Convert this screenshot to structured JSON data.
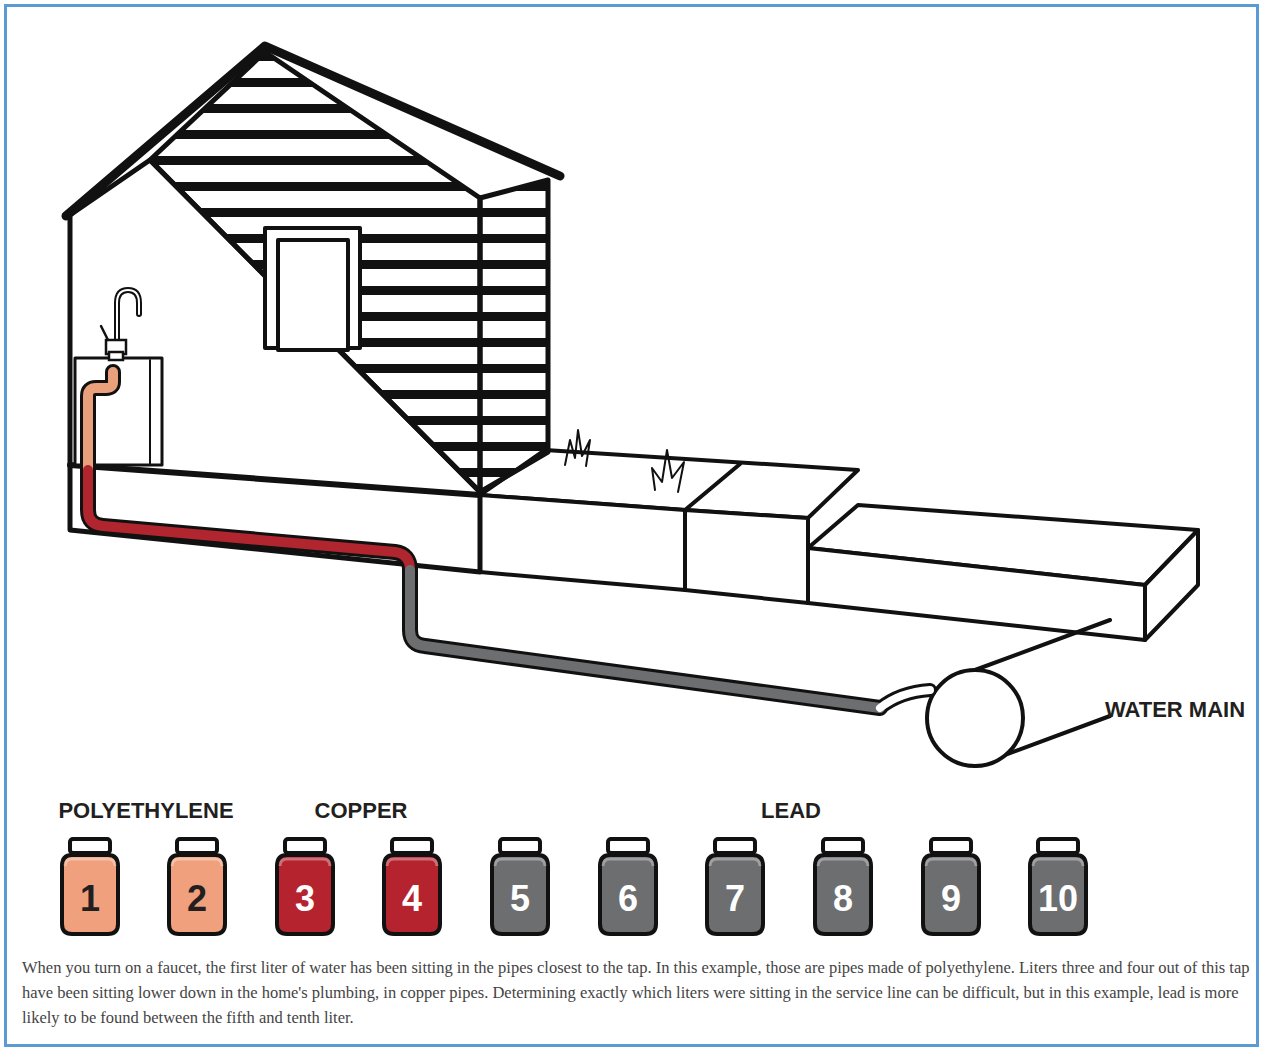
{
  "diagram": {
    "caption": "When you turn on a faucet, the first liter of water has been sitting in the pipes closest to the tap. In this example, those are pipes made of polyethylene. Liters three and four out of this tap have been sitting lower down in the home's plumbing, in copper pipes. Determining exactly which liters were sitting in the service line can be difficult, but in this example, lead is more likely to be found between the fifth and tenth liter.",
    "nodes": [
      {
        "text": [
          "1"
        ]
      },
      {
        "text": [
          "2"
        ]
      },
      {
        "text": [
          "3"
        ]
      },
      {
        "text": [
          "4"
        ]
      },
      {
        "text": [
          "5"
        ]
      },
      {
        "text": [
          "6"
        ]
      },
      {
        "text": [
          "7"
        ]
      },
      {
        "text": [
          "8"
        ]
      },
      {
        "text": [
          "9"
        ]
      },
      {
        "text": [
          "10"
        ]
      }
    ],
    "labels": [
      "WATER MAIN",
      "POLYETHYLENE",
      "COPPER",
      "LEAD"
    ]
  }
}
